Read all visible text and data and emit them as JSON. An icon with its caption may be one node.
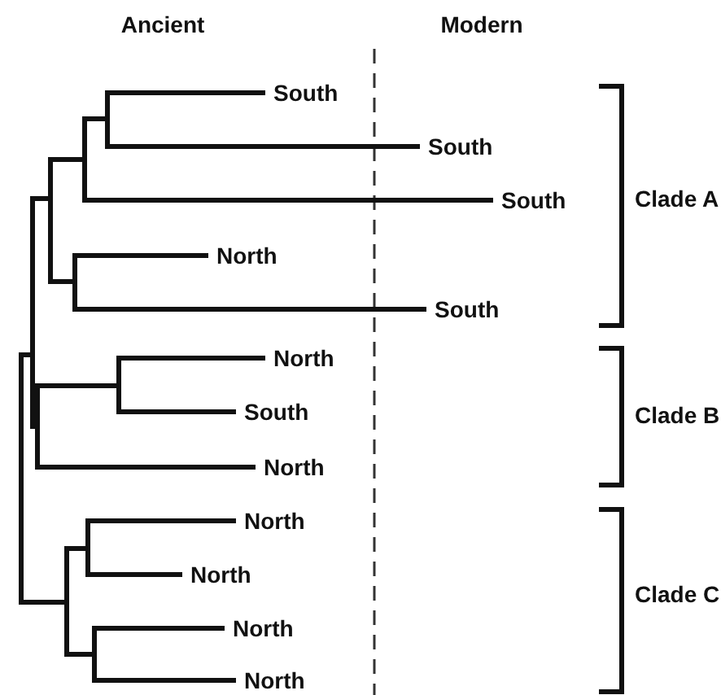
{
  "diagram": {
    "nodes": [
      {
        "text": [
          "South"
        ]
      },
      {
        "text": [
          "South"
        ]
      },
      {
        "text": [
          "South"
        ]
      },
      {
        "text": [
          "North"
        ]
      },
      {
        "text": [
          "South"
        ]
      },
      {
        "text": [
          "North"
        ]
      },
      {
        "text": [
          "South"
        ]
      },
      {
        "text": [
          "North"
        ]
      },
      {
        "text": [
          "North"
        ]
      },
      {
        "text": [
          "North"
        ]
      },
      {
        "text": [
          "North"
        ]
      },
      {
        "text": [
          "North"
        ]
      },
      {
        "text": [],
        "shape": "tree"
      }
    ],
    "edges": [
      {
        "from": 12,
        "to": 0,
        "arrow": "none"
      },
      {
        "from": 12,
        "to": 1,
        "arrow": "none"
      },
      {
        "from": 12,
        "to": 2,
        "arrow": "none"
      },
      {
        "from": 12,
        "to": 3,
        "arrow": "none"
      },
      {
        "from": 12,
        "to": 4,
        "arrow": "none"
      },
      {
        "from": 12,
        "to": 5,
        "arrow": "none"
      },
      {
        "from": 12,
        "to": 6,
        "arrow": "none"
      },
      {
        "from": 12,
        "to": 7,
        "arrow": "none"
      },
      {
        "from": 12,
        "to": 8,
        "arrow": "none"
      },
      {
        "from": 12,
        "to": 9,
        "arrow": "none"
      },
      {
        "from": 12,
        "to": 10,
        "arrow": "none"
      },
      {
        "from": 12,
        "to": 11,
        "arrow": "none"
      }
    ],
    "labels": [
      "Ancient",
      "Modern",
      "Clade A",
      "Clade B",
      "Clade C"
    ]
  }
}
